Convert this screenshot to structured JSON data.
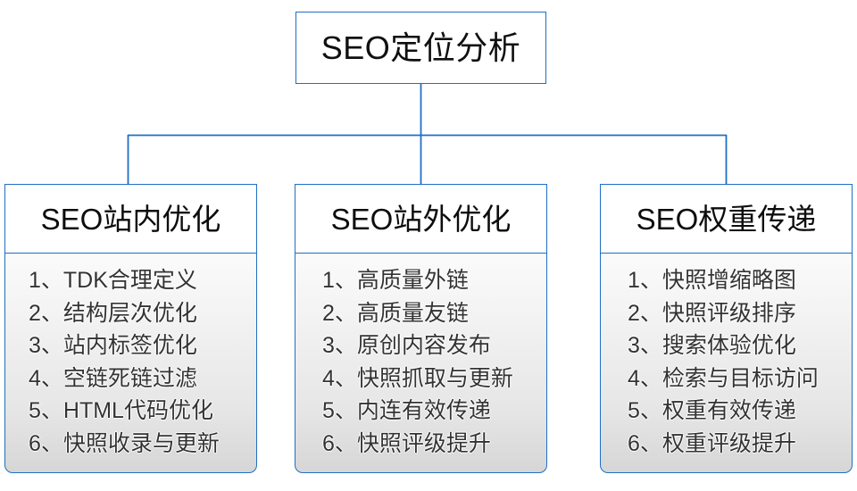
{
  "diagram": {
    "root": {
      "title": "SEO定位分析"
    },
    "branches": [
      {
        "title": "SEO站内优化",
        "items": [
          "1、TDK合理定义",
          "2、结构层次优化",
          "3、站内标签优化",
          "4、空链死链过滤",
          "5、HTML代码优化",
          "6、快照收录与更新"
        ]
      },
      {
        "title": "SEO站外优化",
        "items": [
          "1、高质量外链",
          "2、高质量友链",
          "3、原创内容发布",
          "4、快照抓取与更新",
          "5、内连有效传递",
          "6、快照评级提升"
        ]
      },
      {
        "title": "SEO权重传递",
        "items": [
          "1、快照增缩略图",
          "2、快照评级排序",
          "3、搜索体验优化",
          "4、检索与目标访问",
          "5、权重有效传递",
          "6、权重评级提升"
        ]
      }
    ],
    "colors": {
      "border": "#1f6fc4",
      "root_text": "#101010",
      "branch_title_text": "#0d0d0d",
      "list_text": "#333333",
      "body_fill_top": "#fbfbfb",
      "body_fill_bottom": "#d6d6d6",
      "page_background": "#ffffff"
    }
  }
}
